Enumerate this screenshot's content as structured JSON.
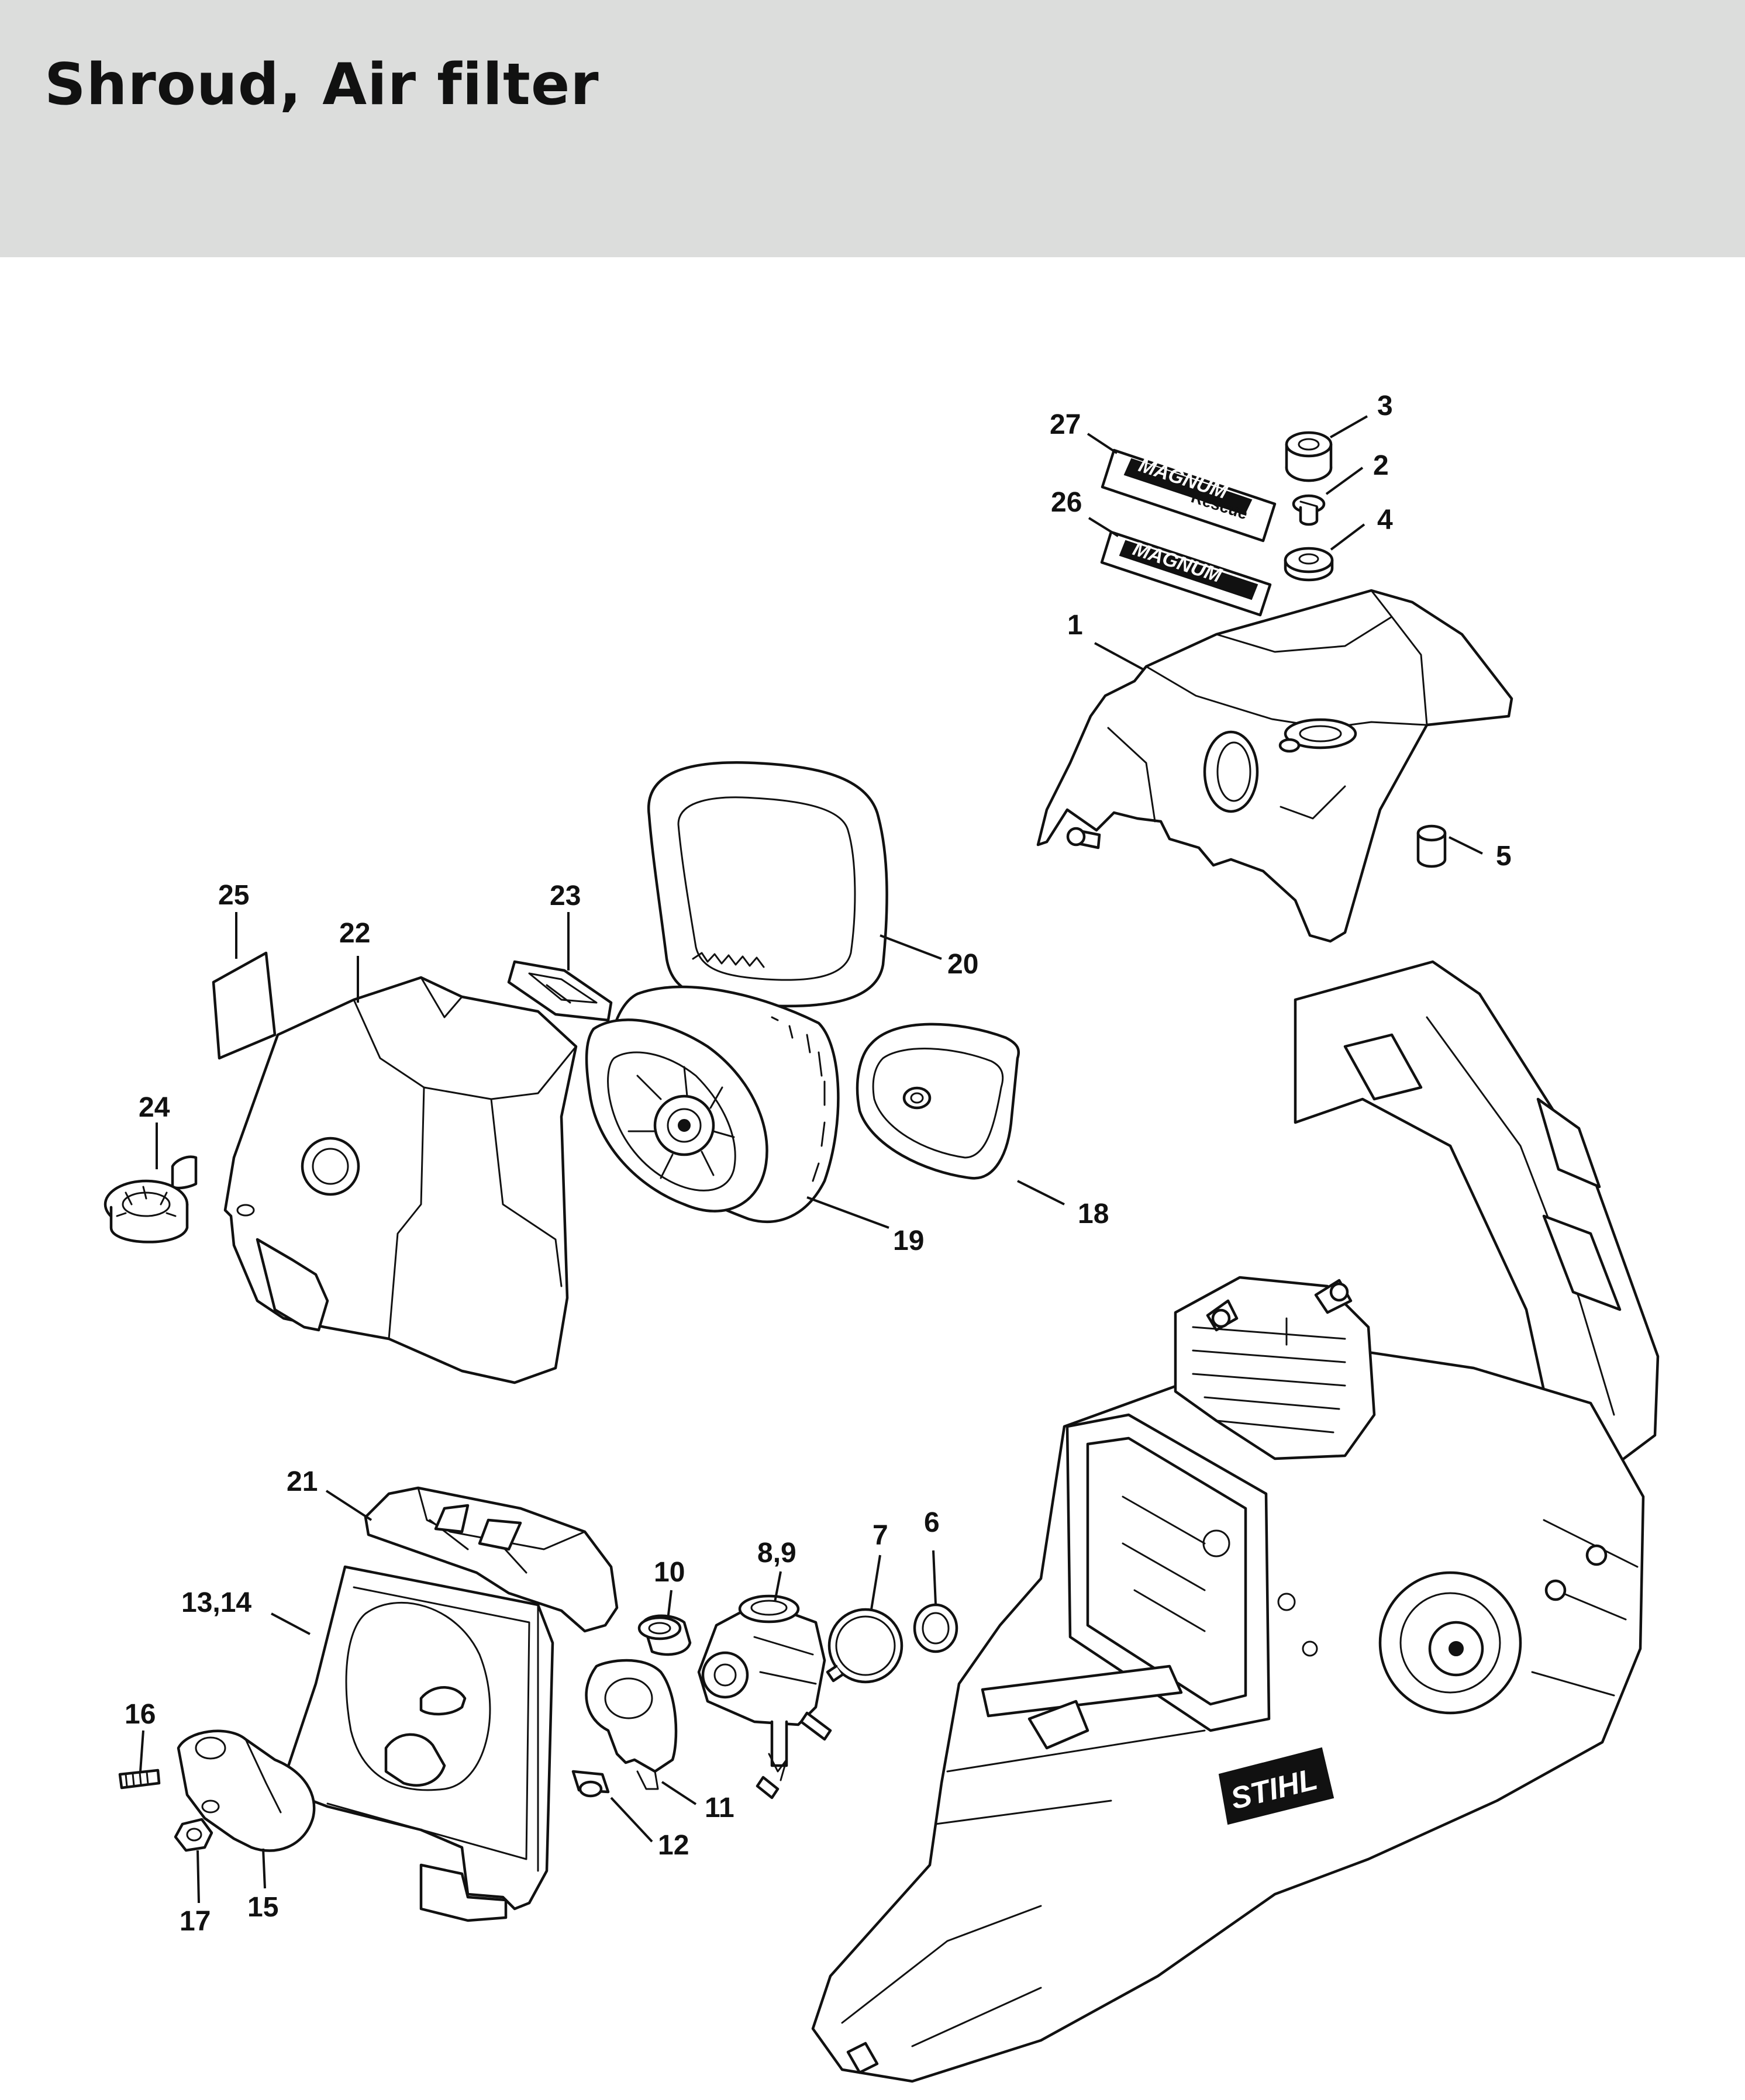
{
  "header": {
    "title": "Shroud, Air filter"
  },
  "labels": {
    "decal_main": "MAGNUM",
    "decal_rescue": "Rescue",
    "brand": "STIHL"
  },
  "callouts": {
    "p1": "1",
    "p2": "2",
    "p3": "3",
    "p4": "4",
    "p5": "5",
    "p6": "6",
    "p7": "7",
    "p8_9": "8,9",
    "p10": "10",
    "p11": "11",
    "p12": "12",
    "p13_14": "13,14",
    "p15": "15",
    "p16": "16",
    "p17": "17",
    "p18": "18",
    "p19": "19",
    "p20": "20",
    "p21": "21",
    "p22": "22",
    "p23": "23",
    "p24": "24",
    "p25": "25",
    "p26": "26",
    "p27": "27"
  },
  "colors": {
    "header_bg": "#dcdddc",
    "ink": "#111111"
  }
}
